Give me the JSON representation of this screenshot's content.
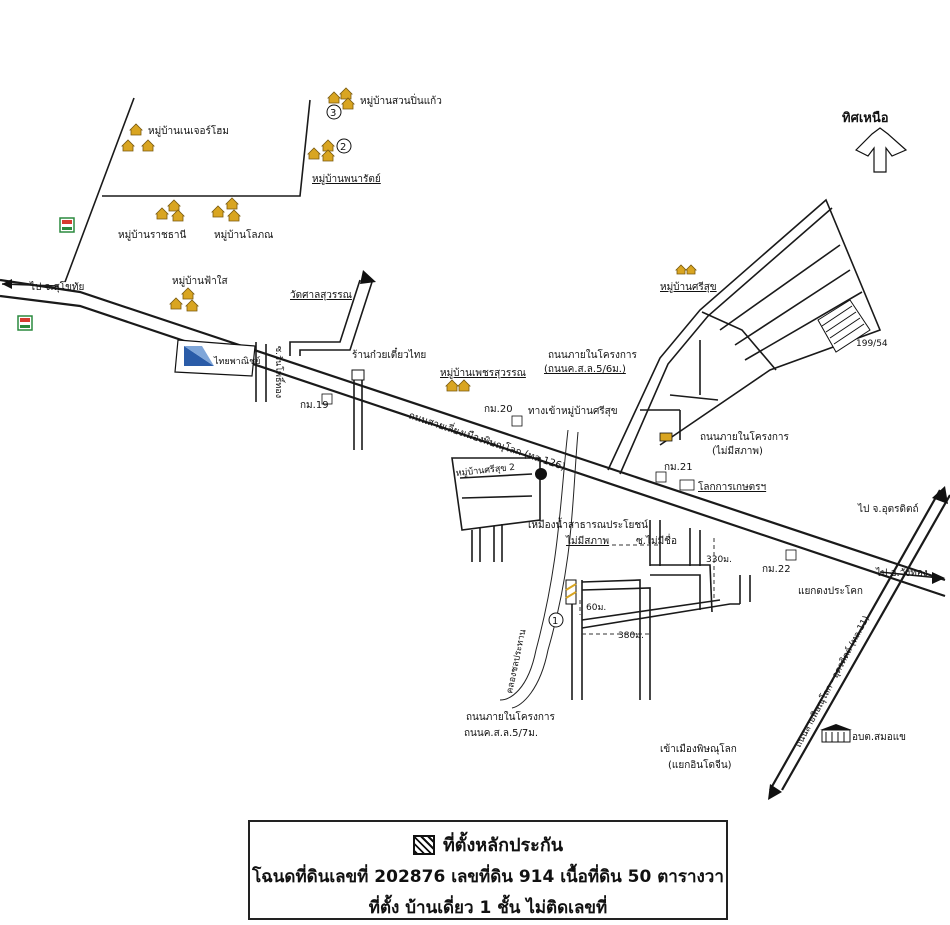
{
  "north": {
    "label": "ทิศเหนือ"
  },
  "villages": {
    "suan_pinkaew": "หมู่บ้านสวนปิ่นแก้ว",
    "nature_home": "หมู่บ้านเนเจอร์โฮม",
    "panarat": "หมู่บ้านพนารัตย์",
    "ratchathani": "หมู่บ้านราชธานี",
    "lotphan": "หมู่บ้านโลภณ",
    "fasai": "หมู่บ้านฟ้าใส",
    "srisuk": "หมู่บ้านศรีสุข",
    "phetsuwan": "หมู่บ้านเพชรสุวรรณ",
    "srisuk2": "หมู่บ้านศรีสุข 2"
  },
  "labels": {
    "to_sukhothai": "ไป จ.สุโขทัย",
    "wat_saluwan": "วัดศาลสุวรรณ",
    "noodle_shop": "ร้านก๋วยเตี๋ยวไทย",
    "soi_wanpho": "ซ.วันโพธิ์ทอง",
    "km19": "กม.19",
    "km20": "กม.20",
    "km21": "กม.21",
    "km22": "กม.22",
    "highway": "ถนนสายเลี่ยงเมืองพิษณุโลก (ทล.126)",
    "srisuk_entry": "ทางเข้าหมู่บ้านศรีสุข",
    "internal_road_56": "ถนนภายในโครงการ",
    "internal_road_56_b": "(ถนนค.ส.ล.5/6ม.)",
    "internal_road_np": "ถนนภายในโครงการ",
    "internal_road_np_b": "(ไม่มีสภาพ)",
    "ag_world": "โลกการเกษตรฯ",
    "plot_no": "199/54",
    "public_well": "เหมืองน้ำสาธารณประโยชน์",
    "no_condition": "ไม่มีสภาพ",
    "unnamed_soi": "ซ.ไม่มีชื่อ",
    "d330": "330ม.",
    "d60": "60ม.",
    "d380": "380ม.",
    "canal": "คลองชลประทาน",
    "internal_road_57": "ถนนภายในโครงการ",
    "internal_road_57_b": "ถนนค.ส.ล.5/7ม.",
    "to_uttaradit": "ไป จ.อุตรดิตถ์",
    "to_wangthong": "ไป อ.วังทอง",
    "yaek_pracha": "แยกดงประโคก",
    "hwy11": "ถนนสายพิษณุโลก - อุตรดิตถ์ (ทล.11)",
    "samo_khae": "อบต.สมอแข",
    "to_city": "เข้าเมืองพิษณุโลก",
    "yaek_indochina": "(แยกอินโดจีน)",
    "num1": "1",
    "num2": "2",
    "num3": "3",
    "brand_sign": "ไทยพาณิชย์"
  },
  "legend": {
    "title": "ที่ตั้งหลักประกัน",
    "deed": "โฉนดที่ดินเลขที่ 202876 เลขที่ดิน 914 เนื้อที่ดิน 50 ตารางวา",
    "location": "ที่ตั้ง บ้านเดี่ยว 1 ชั้น ไม่ติดเลขที่"
  },
  "colors": {
    "house": "#d9a521",
    "road": "#1a1a1a",
    "sign": "#2a5ca8",
    "store_green": "#2b8a3e",
    "store_red": "#d63a2f",
    "hatch": "#d9a521"
  }
}
